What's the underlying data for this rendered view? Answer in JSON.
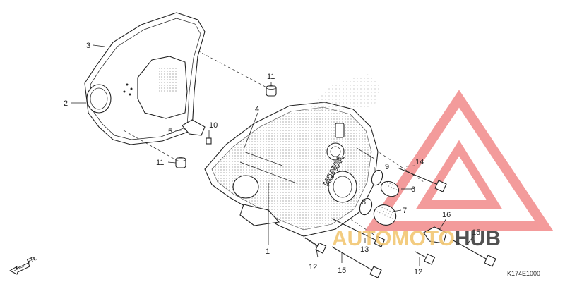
{
  "callouts": [
    {
      "id": "1",
      "label": "1"
    },
    {
      "id": "2",
      "label": "2"
    },
    {
      "id": "3",
      "label": "3"
    },
    {
      "id": "4",
      "label": "4"
    },
    {
      "id": "5",
      "label": "5"
    },
    {
      "id": "6",
      "label": "6"
    },
    {
      "id": "7",
      "label": "7"
    },
    {
      "id": "8",
      "label": "8"
    },
    {
      "id": "9",
      "label": "9"
    },
    {
      "id": "10",
      "label": "10"
    },
    {
      "id": "11a",
      "label": "11"
    },
    {
      "id": "11b",
      "label": "11"
    },
    {
      "id": "12a",
      "label": "12"
    },
    {
      "id": "12b",
      "label": "12"
    },
    {
      "id": "13",
      "label": "13"
    },
    {
      "id": "14",
      "label": "14"
    },
    {
      "id": "15a",
      "label": "15"
    },
    {
      "id": "15b",
      "label": "15"
    },
    {
      "id": "16",
      "label": "16"
    }
  ],
  "cover_brand": "HONDA",
  "direction_label": "FR.",
  "diagram_code": "K174E1000",
  "watermark": {
    "part1": "AUTO",
    "part2": "MOTO",
    "part3": "HUB",
    "accent_color": "#f07a7a",
    "gold_color": "#f2c46b",
    "dark_color": "#333333"
  }
}
